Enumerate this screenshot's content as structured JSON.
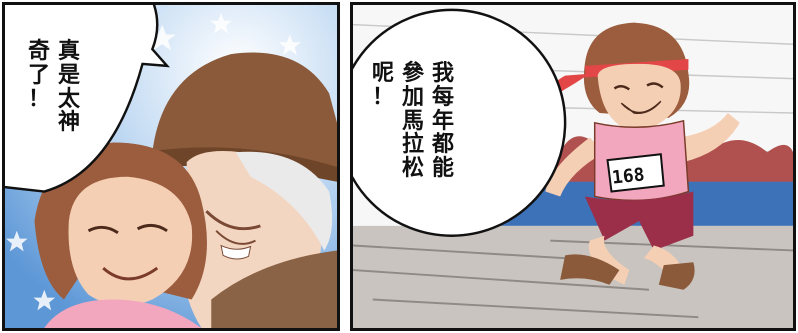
{
  "left_panel": {
    "speech_lines": [
      "真是太神",
      "奇了！"
    ]
  },
  "right_panel": {
    "speech_lines": [
      "我每年都能",
      "參加馬拉松",
      "呢！"
    ],
    "bib_number": "168"
  },
  "colors": {
    "sky_blue": "#7fb4e3",
    "hair_brown": "#9b5d3d",
    "shirt_pink": "#f2a7bf",
    "hat_brown": "#8a5a3a",
    "sweatband_red": "#e24646",
    "crowd_red": "#b0514f",
    "track_gray": "#c9c4bf"
  }
}
